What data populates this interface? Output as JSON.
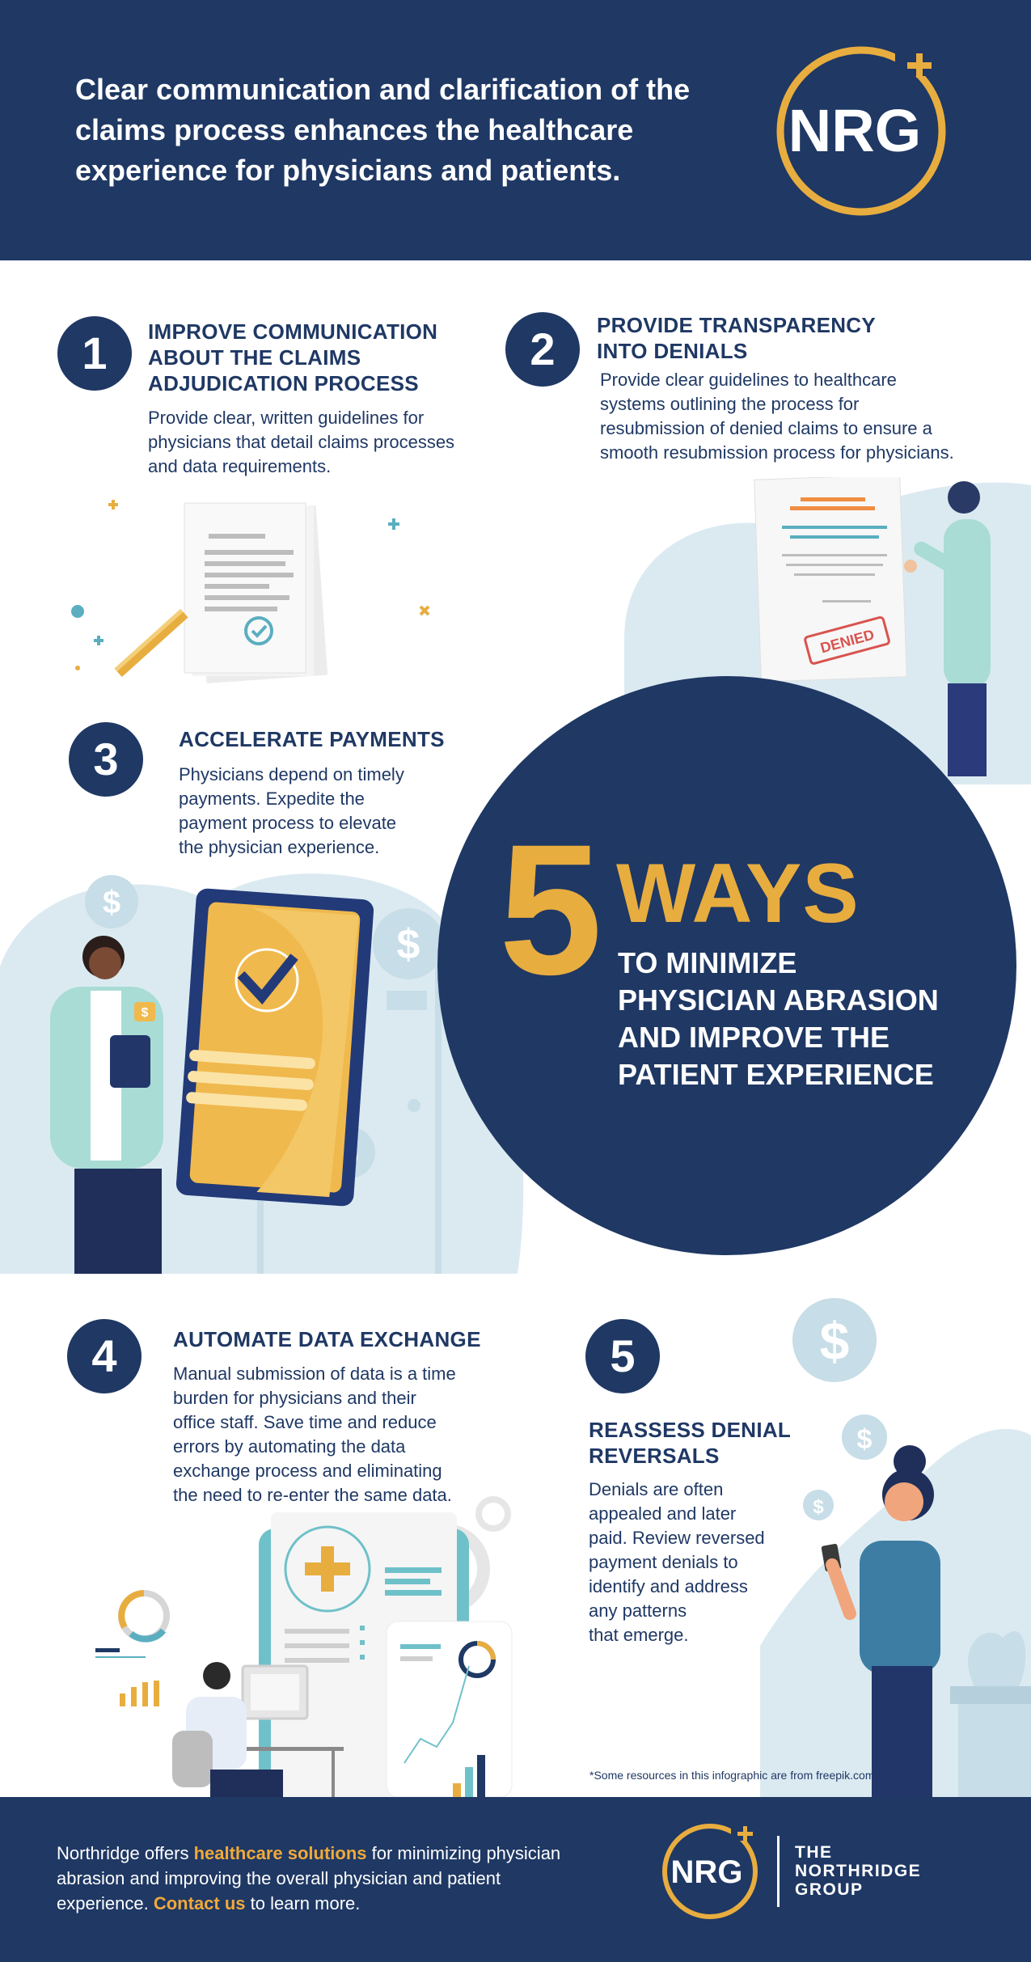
{
  "header": {
    "text": "Clear communication and clarification of the claims process enhances the healthcare experience for physicians and patients.",
    "logo_text": "NRG"
  },
  "sections": [
    {
      "number": "1",
      "title": "IMPROVE COMMUNICATION\nABOUT THE CLAIMS\nADJUDICATION PROCESS",
      "body": "Provide clear, written guidelines for\nphysicians that detail claims processes\nand data requirements."
    },
    {
      "number": "2",
      "title": "PROVIDE TRANSPARENCY\nINTO DENIALS",
      "body": "Provide clear guidelines to healthcare\nsystems outlining the process for\nresubmission of denied claims to ensure a\nsmooth resubmission process for physicians."
    },
    {
      "number": "3",
      "title": "ACCELERATE PAYMENTS",
      "body": "Physicians depend on timely\npayments. Expedite the\npayment process to elevate\nthe physician experience."
    },
    {
      "number": "4",
      "title": "AUTOMATE DATA EXCHANGE",
      "body": "Manual submission of data is a time\nburden for physicians and their\noffice staff. Save time and reduce\nerrors by automating the data\nexchange process and eliminating\nthe need to re-enter the same data."
    },
    {
      "number": "5",
      "title": "REASSESS DENIAL\nREVERSALS",
      "body": "Denials are often\nappealed and later\npaid. Review reversed\npayment denials to\nidentify and address\nany patterns\nthat emerge."
    }
  ],
  "hero": {
    "number": "5",
    "word": "WAYS",
    "subtitle": "TO MINIMIZE\nPHYSICIAN ABRASION\nAND IMPROVE THE\nPATIENT EXPERIENCE"
  },
  "illustrations": {
    "denied_stamp": "DENIED",
    "dollar_sign": "$"
  },
  "footnote": "*Some resources in this infographic are from freepik.com",
  "footer": {
    "text_1": "Northridge offers ",
    "link_1": "healthcare solutions",
    "text_2": " for minimizing physician abrasion and improving the overall physician and patient experience. ",
    "link_2": "Contact us",
    "text_3": " to learn more.",
    "logo_text": "NRG",
    "brand": "THE\nNORTHRIDGE\nGROUP"
  },
  "colors": {
    "navy": "#1f3864",
    "gold": "#e8ad3f",
    "teal": "#5aaec0",
    "light_blue": "#dbeaf1"
  }
}
